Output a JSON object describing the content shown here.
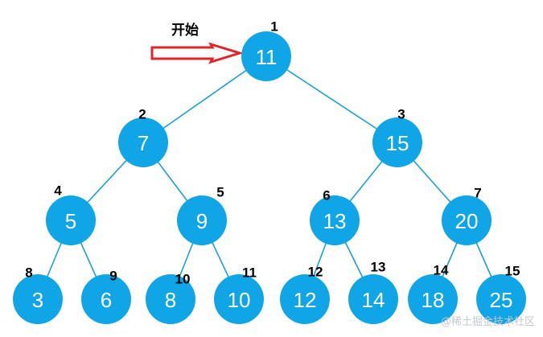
{
  "start": {
    "label": "开始"
  },
  "tree": {
    "nodes": [
      {
        "id": 1,
        "index_label": "1",
        "value": "11"
      },
      {
        "id": 2,
        "index_label": "2",
        "value": "7"
      },
      {
        "id": 3,
        "index_label": "3",
        "value": "15"
      },
      {
        "id": 4,
        "index_label": "4",
        "value": "5"
      },
      {
        "id": 5,
        "index_label": "5",
        "value": "9"
      },
      {
        "id": 6,
        "index_label": "6",
        "value": "13"
      },
      {
        "id": 7,
        "index_label": "7",
        "value": "20"
      },
      {
        "id": 8,
        "index_label": "8",
        "value": "3"
      },
      {
        "id": 9,
        "index_label": "9",
        "value": "6"
      },
      {
        "id": 10,
        "index_label": "10",
        "value": "8"
      },
      {
        "id": 11,
        "index_label": "11",
        "value": "10"
      },
      {
        "id": 12,
        "index_label": "12",
        "value": "12"
      },
      {
        "id": 13,
        "index_label": "13",
        "value": "14"
      },
      {
        "id": 14,
        "index_label": "14",
        "value": "18"
      },
      {
        "id": 15,
        "index_label": "15",
        "value": "25"
      }
    ],
    "edges": [
      [
        1,
        2
      ],
      [
        1,
        3
      ],
      [
        2,
        4
      ],
      [
        2,
        5
      ],
      [
        3,
        6
      ],
      [
        3,
        7
      ],
      [
        4,
        8
      ],
      [
        4,
        9
      ],
      [
        5,
        10
      ],
      [
        5,
        11
      ],
      [
        6,
        12
      ],
      [
        6,
        13
      ],
      [
        7,
        14
      ],
      [
        7,
        15
      ]
    ]
  },
  "colors": {
    "node_fill": "#0fa5e6",
    "edge": "#1a9fd8",
    "arrow": "#e0262a"
  },
  "watermark": "@稀土掘金技术社区"
}
